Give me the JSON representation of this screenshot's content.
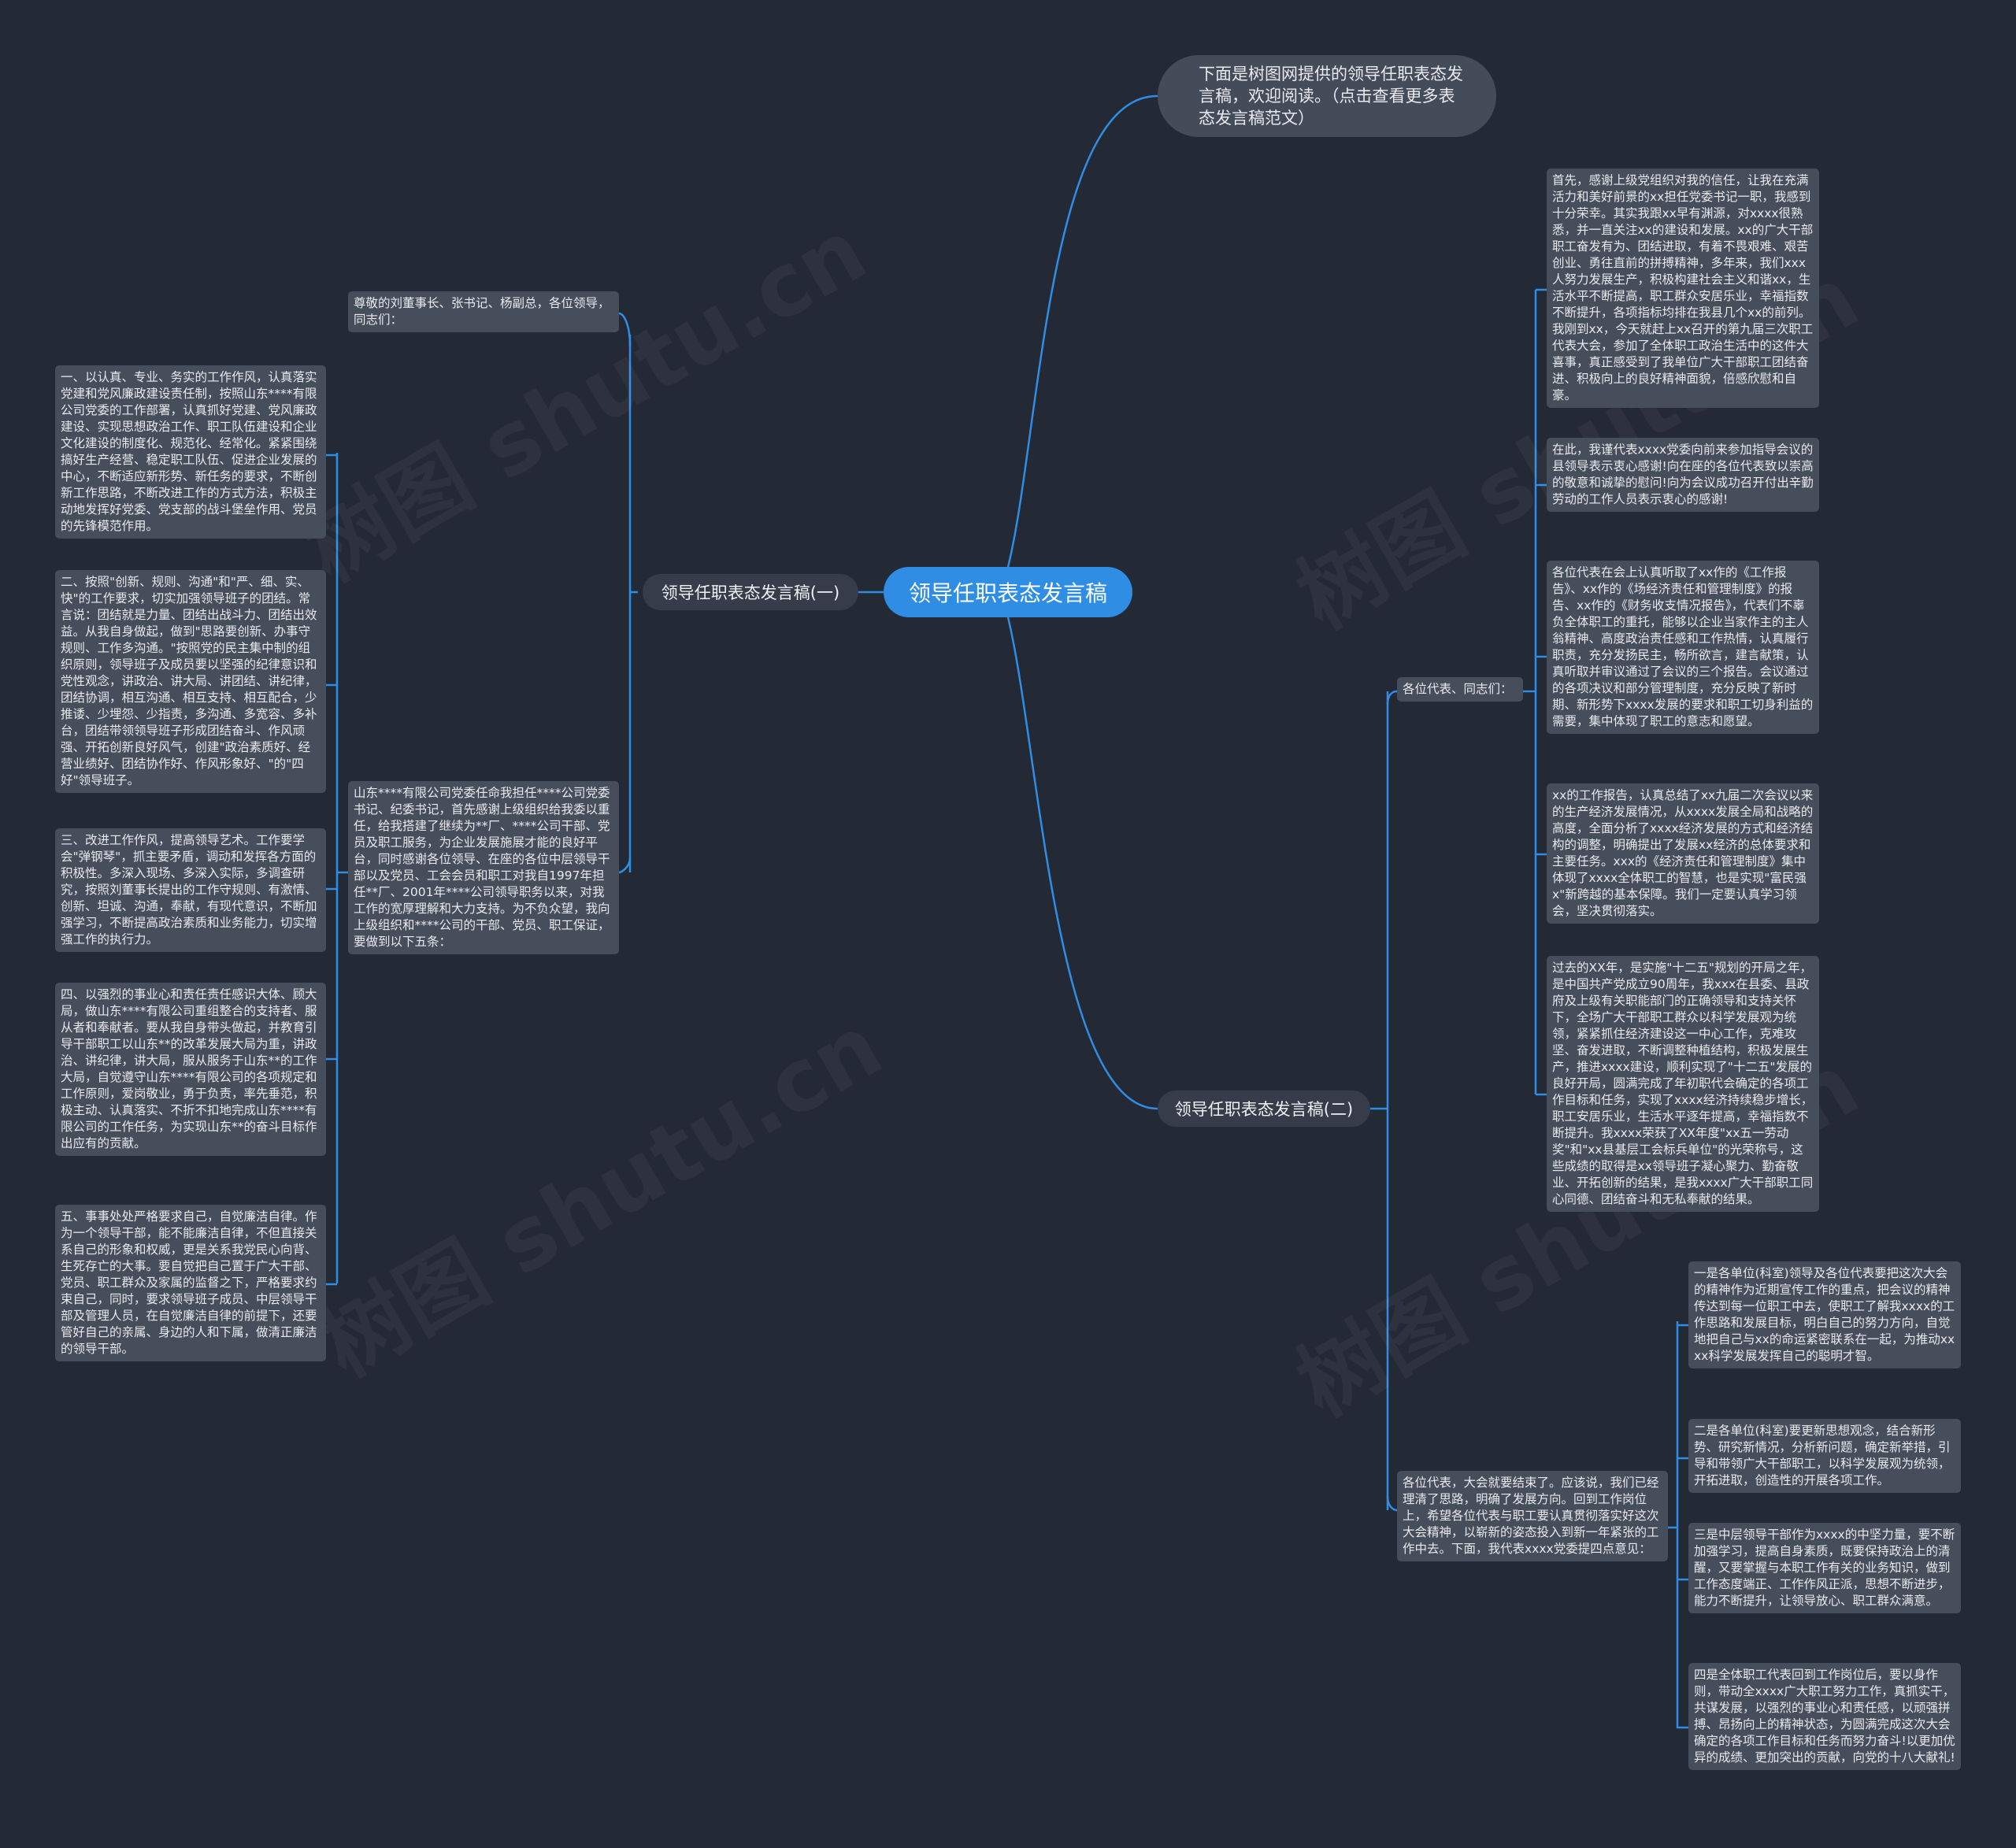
{
  "root": "领导任职表态发言稿",
  "intro": "下面是树图网提供的领导任职表态发言稿，欢迎阅读。（点击查看更多表态发言稿范文）",
  "watermark": "树图 shutu.cn",
  "branch1": {
    "label": "领导任职表态发言稿(一)",
    "greeting": "尊敬的刘董事长、张书记、杨副总，各位领导，同志们：",
    "intro_text": "山东****有限公司党委任命我担任****公司党委书记、纪委书记，首先感谢上级组织给我委以重任，给我搭建了继续为**厂、****公司干部、党员及职工服务，为企业发展施展才能的良好平台，同时感谢各位领导、在座的各位中层领导干部以及党员、工会会员和职工对我自1997年担任**厂、2001年****公司领导职务以来，对我工作的宽厚理解和大力支持。为不负众望，我向上级组织和****公司的干部、党员、职工保证，要做到以下五条：",
    "points": [
      "一、以认真、专业、务实的工作作风，认真落实党建和党风廉政建设责任制，按照山东****有限公司党委的工作部署，认真抓好党建、党风廉政建设、实现思想政治工作、职工队伍建设和企业文化建设的制度化、规范化、经常化。紧紧围绕搞好生产经营、稳定职工队伍、促进企业发展的中心，不断适应新形势、新任务的要求，不断创新工作思路，不断改进工作的方式方法，积极主动地发挥好党委、党支部的战斗堡垒作用、党员的先锋模范作用。",
      "二、按照\"创新、规则、沟通\"和\"严、细、实、快\"的工作要求，切实加强领导班子的团结。常言说：团结就是力量、团结出战斗力、团结出效益。从我自身做起，做到\"思路要创新、办事守规则、工作多沟通。\"按照党的民主集中制的组织原则，领导班子及成员要以坚强的纪律意识和党性观念，讲政治、讲大局、讲团结、讲纪律，团结协调，相互沟通、相互支持、相互配合，少推诿、少埋怨、少指责，多沟通、多宽容、多补台，团结带领领导班子形成团结奋斗、作风顽强、开拓创新良好风气，创建\"政治素质好、经营业绩好、团结协作好、作风形象好、\"的\"四好\"领导班子。",
      "三、改进工作作风，提高领导艺术。工作要学会\"弹钢琴\"，抓主要矛盾，调动和发挥各方面的积极性。多深入现场、多深入实际，多调查研究，按照刘董事长提出的工作守规则、有激情、创新、坦诚、沟通，奉献，有现代意识，不断加强学习，不断提高政治素质和业务能力，切实增强工作的执行力。",
      "四、以强烈的事业心和责任责任感识大体、顾大局，做山东****有限公司重组整合的支持者、服从者和奉献者。要从我自身带头做起，并教育引导干部职工以山东**的改革发展大局为重，讲政治、讲纪律，讲大局，服从服务于山东**的工作大局，自觉遵守山东****有限公司的各项规定和工作原则，爱岗敬业，勇于负责，率先垂范，积极主动、认真落实、不折不扣地完成山东****有限公司的工作任务，为实现山东**的奋斗目标作出应有的贡献。",
      "五、事事处处严格要求自己，自觉廉洁自律。作为一个领导干部，能不能廉洁自律，不但直接关系自己的形象和权威，更是关系我党民心向背、生死存亡的大事。要自觉把自己置于广大干部、党员、职工群众及家属的监督之下，严格要求约束自己，同时，要求领导班子成员、中层领导干部及管理人员，在自觉廉洁自律的前提下，还要管好自己的亲属、身边的人和下属，做清正廉洁的领导干部。"
    ]
  },
  "branch2": {
    "label": "领导任职表态发言稿(二)",
    "greeting": "各位代表、同志们：",
    "paras": [
      "首先，感谢上级党组织对我的信任，让我在充满活力和美好前景的xx担任党委书记一职，我感到十分荣幸。其实我跟xx早有渊源，对xxxx很熟悉，并一直关注xx的建设和发展。xx的广大干部职工奋发有为、团结进取，有着不畏艰难、艰苦创业、勇往直前的拼搏精神，多年来，我们xxx人努力发展生产，积极构建社会主义和谐xx，生活水平不断提高，职工群众安居乐业，幸福指数不断提升，各项指标均排在我县几个xx的前列。我刚到xx，今天就赶上xx召开的第九届三次职工代表大会，参加了全体职工政治生活中的这件大喜事，真正感受到了我单位广大干部职工团结奋进、积极向上的良好精神面貌，倍感欣慰和自豪。",
      "在此，我谨代表xxxx党委向前来参加指导会议的县领导表示衷心感谢!向在座的各位代表致以崇高的敬意和诚挚的慰问!向为会议成功召开付出辛勤劳动的工作人员表示衷心的感谢!",
      "各位代表在会上认真听取了xx作的《工作报告》、xx作的《场经济责任和管理制度》的报告、xx作的《财务收支情况报告》，代表们不辜负全体职工的重托，能够以企业当家作主的主人翁精神、高度政治责任感和工作热情，认真履行职责，充分发扬民主，畅所欲言，建言献策，认真听取并审议通过了会议的三个报告。会议通过的各项决议和部分管理制度，充分反映了新时期、新形势下xxxx发展的要求和职工切身利益的需要，集中体现了职工的意志和愿望。",
      "xx的工作报告，认真总结了xx九届二次会议以来的生产经济发展情况，从xxxx发展全局和战略的高度，全面分析了xxxx经济发展的方式和经济结构的调整，明确提出了发展xx经济的总体要求和主要任务。xxx的《经济责任和管理制度》集中体现了xxxx全体职工的智慧，也是实现\"富民强x\"新跨越的基本保障。我们一定要认真学习领会，坚决贯彻落实。",
      "过去的XX年，是实施\"十二五\"规划的开局之年，是中国共产党成立90周年，我xxx在县委、县政府及上级有关职能部门的正确领导和支持关怀下，全场广大干部职工群众以科学发展观为统领，紧紧抓住经济建设这一中心工作，克难攻坚、奋发进取，不断调整种植结构，积极发展生产，推进xxxx建设，顺利实现了\"十二五\"发展的良好开局，圆满完成了年初职代会确定的各项工作目标和任务，实现了xxxx经济持续稳步增长，职工安居乐业，生活水平逐年提高，幸福指数不断提升。我xxxx荣获了XX年度\"xx五一劳动奖\"和\"xx县基层工会标兵单位\"的光荣称号，这些成绩的取得是xx领导班子凝心聚力、勤奋敬业、开拓创新的结果，是我xxxx广大干部职工同心同德、团结奋斗和无私奉献的结果。"
    ],
    "closing": "各位代表，大会就要结束了。应该说，我们已经理清了思路，明确了发展方向。回到工作岗位上，希望各位代表与职工要认真贯彻落实好这次大会精神，以崭新的姿态投入到新一年紧张的工作中去。下面，我代表xxxx党委提四点意见：",
    "opinions": [
      "一是各单位(科室)领导及各位代表要把这次大会的精神作为近期宣传工作的重点，把会议的精神传达到每一位职工中去，使职工了解我xxxx的工作思路和发展目标，明白自己的努力方向，自觉地把自己与xx的命运紧密联系在一起，为推动xxxx科学发展发挥自己的聪明才智。",
      "二是各单位(科室)要更新思想观念，结合新形势、研究新情况，分析新问题，确定新举措，引导和带领广大干部职工，以科学发展观为统领，开拓进取，创造性的开展各项工作。",
      "三是中层领导干部作为xxxx的中坚力量，要不断加强学习，提高自身素质，既要保持政治上的清醒，又要掌握与本职工作有关的业务知识，做到工作态度端正、工作作风正派，思想不断进步，能力不断提升，让领导放心、职工群众满意。",
      "四是全体职工代表回到工作岗位后，要以身作则，带动全xxxx广大职工努力工作，真抓实干，共谋发展，以强烈的事业心和责任感，以顽强拼搏、昂扬向上的精神状态，为圆满完成这次大会确定的各项工作目标和任务而努力奋斗!以更加优异的成绩、更加突出的贡献，向党的十八大献礼!"
    ]
  }
}
